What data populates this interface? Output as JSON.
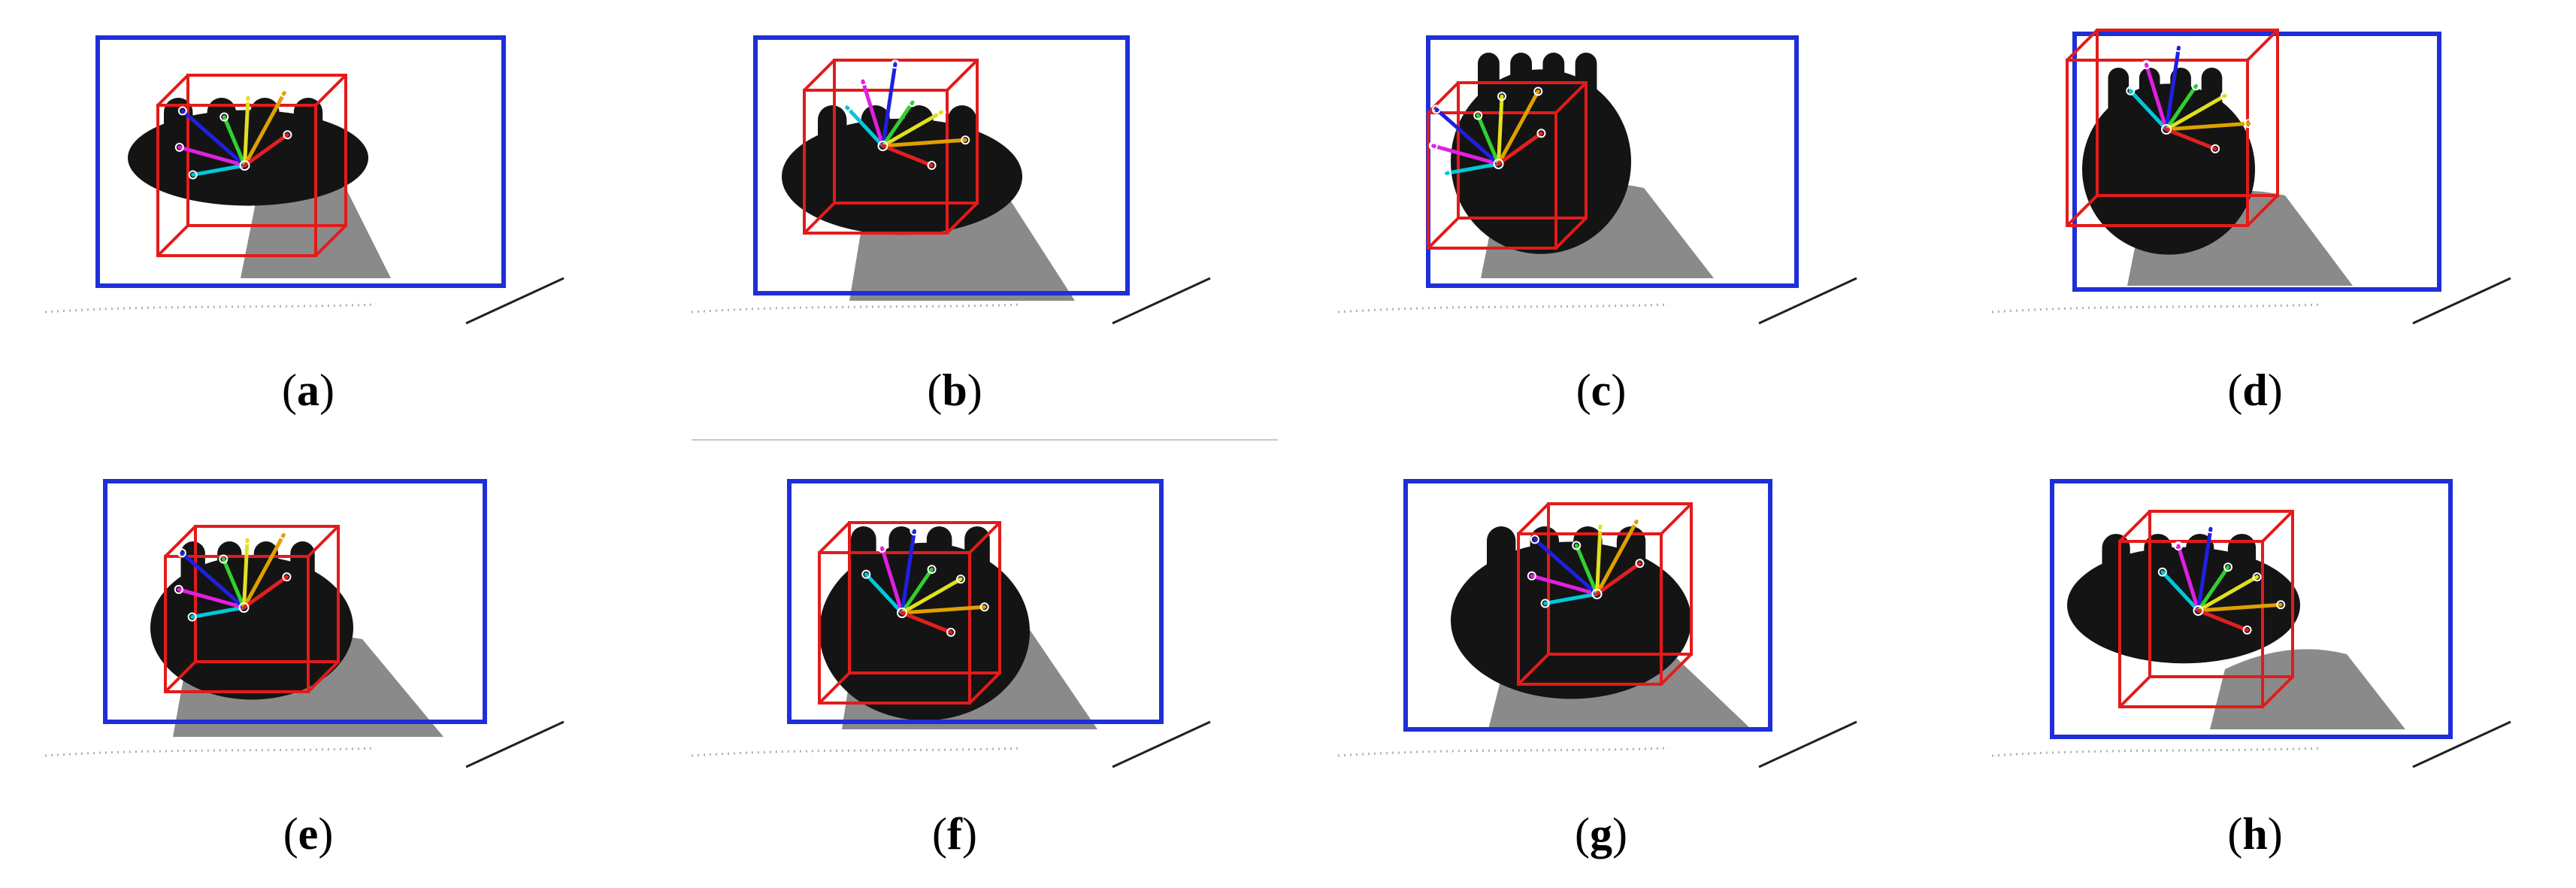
{
  "figure": {
    "panels": [
      {
        "label": "a",
        "hand": "side-fist"
      },
      {
        "label": "b",
        "hand": "horizontal-fingers-left"
      },
      {
        "label": "c",
        "hand": "two-fingers-up"
      },
      {
        "label": "d",
        "hand": "open-palm-up"
      },
      {
        "label": "e",
        "hand": "fist-front"
      },
      {
        "label": "f",
        "hand": "thumb-up-l"
      },
      {
        "label": "g",
        "hand": "open-palm-right"
      },
      {
        "label": "h",
        "hand": "open-palm-left"
      }
    ],
    "colors": {
      "outer_box": "#1f2fd8",
      "hand_box": "#e31b1b",
      "hand": "#141414",
      "body": "#8a8a8a",
      "skeleton": [
        "#00c8d8",
        "#e020e0",
        "#2020e0",
        "#30d030",
        "#e0e020",
        "#e0a000",
        "#e02020"
      ]
    }
  }
}
